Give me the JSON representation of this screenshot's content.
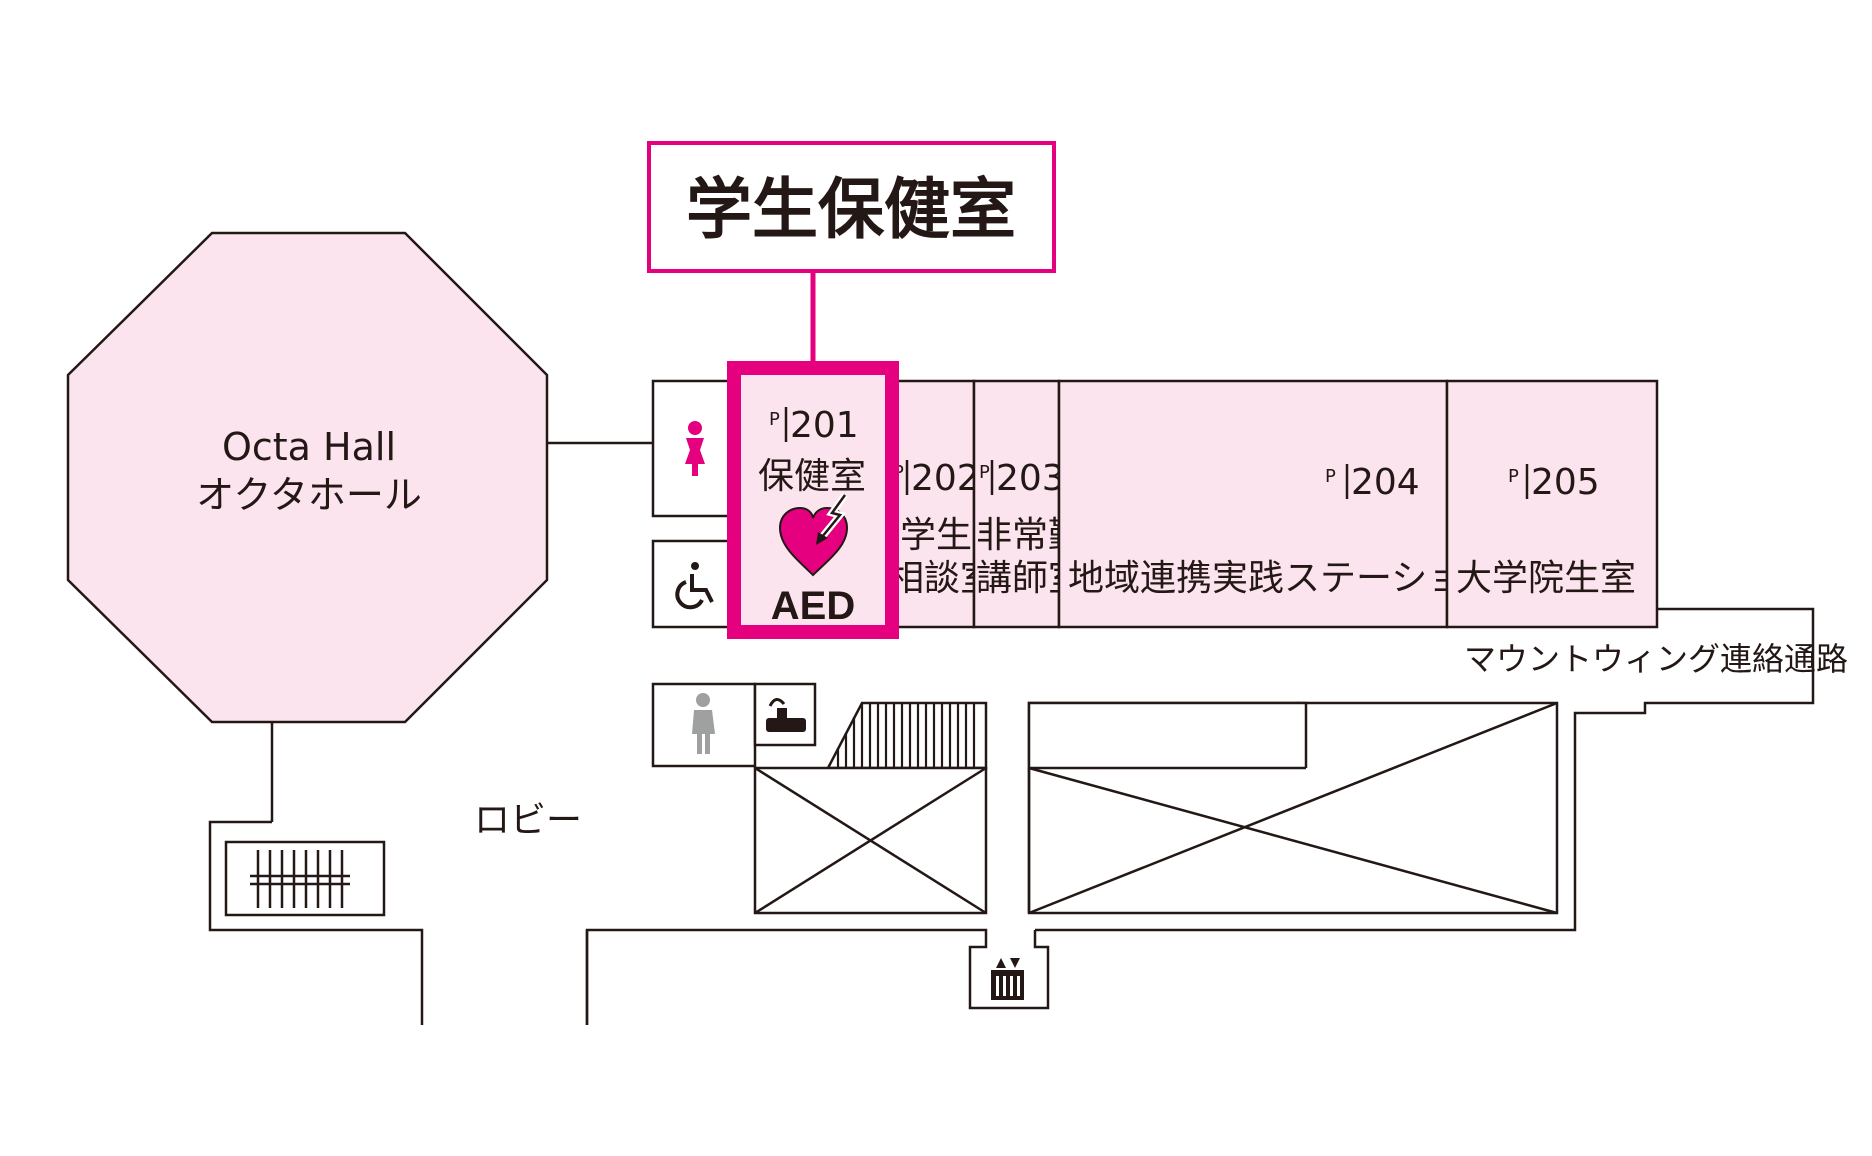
{
  "callout": {
    "title": "学生保健室"
  },
  "octa_hall": {
    "name_en": "Octa Hall",
    "name_ja": "オクタホール"
  },
  "rooms": {
    "r201": {
      "number": "201",
      "name": "保健室"
    },
    "r202": {
      "number": "202",
      "name_line1": "学生",
      "name_line2": "相談室"
    },
    "r203": {
      "number": "203",
      "name_line1": "非常勤",
      "name_line2": "講師室"
    },
    "r204": {
      "number": "204",
      "name": "地域連携実践ステーション"
    },
    "r205": {
      "number": "205",
      "name": "大学院生室"
    }
  },
  "room_prefix": "P",
  "aed": {
    "label": "AED"
  },
  "corridor": {
    "label": "マウントウィング連絡通路"
  },
  "lobby": {
    "label": "ロビー"
  },
  "colors": {
    "accent": "#e4007f",
    "room_fill": "#fbe4ee",
    "line": "#231815",
    "icon_gray": "#9fa0a0"
  },
  "icons": [
    "female-restroom-icon",
    "accessible-restroom-icon",
    "restroom-icon",
    "drinking-fountain-icon",
    "elevator-icon",
    "stairs-icon",
    "aed-heart-icon"
  ]
}
